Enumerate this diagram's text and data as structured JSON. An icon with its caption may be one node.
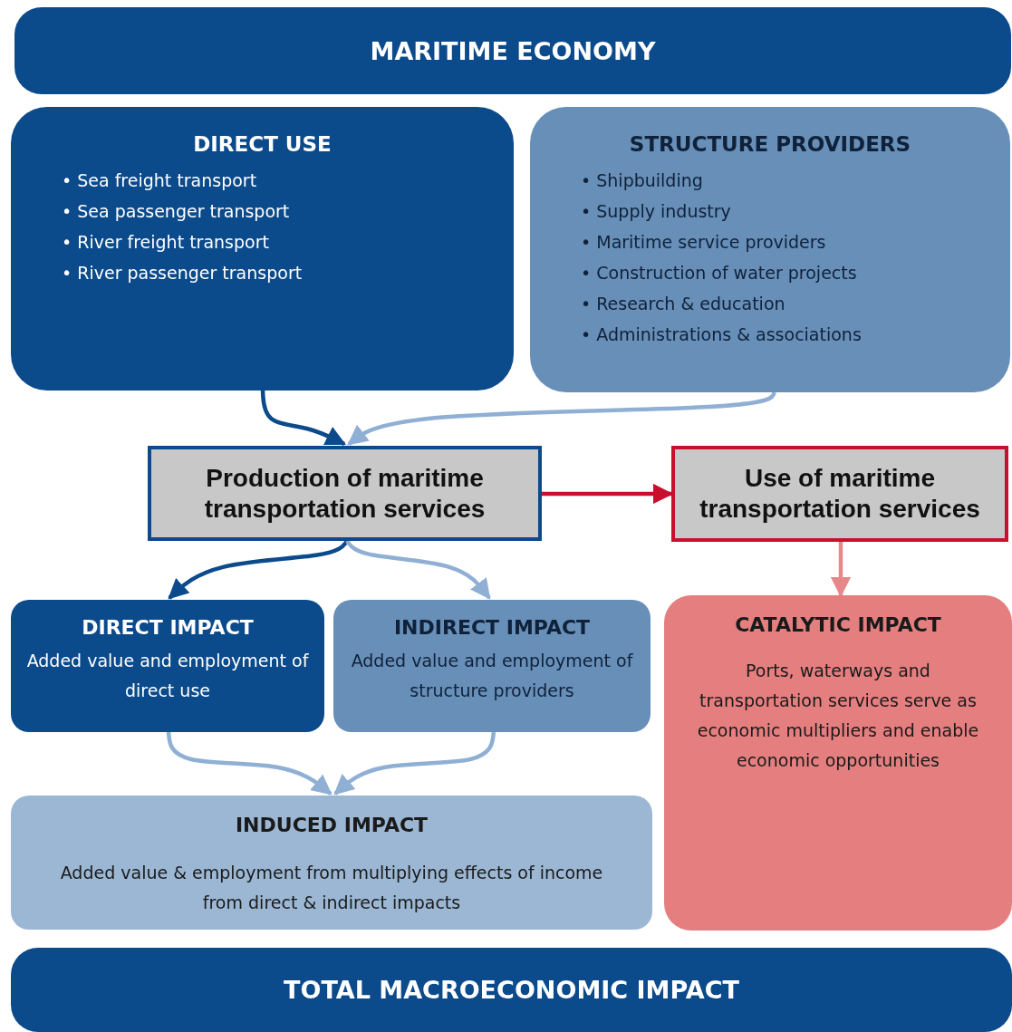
{
  "diagram": {
    "nodes": [
      {
        "text": [
          "MARITIME ECONOMY"
        ]
      },
      {
        "text": [
          "DIRECT USE",
          "• Sea freight transport",
          "• Sea passenger transport",
          "• River freight transport",
          "• River passenger transport"
        ]
      },
      {
        "text": [
          "STRUCTURE PROVIDERS",
          "• Shipbuilding",
          "• Supply industry",
          "• Maritime service providers",
          "• Construction of water projects",
          "• Research & education",
          "• Administrations & associations"
        ]
      },
      {
        "text": [
          "Production of maritime transportation services"
        ]
      },
      {
        "text": [
          "Use of maritime transportation services"
        ]
      },
      {
        "text": [
          "DIRECT IMPACT",
          "Added value and employment of direct use"
        ]
      },
      {
        "text": [
          "INDIRECT IMPACT",
          "Added value and employment of structure providers"
        ]
      },
      {
        "text": [
          "CATALYTIC IMPACT",
          "Ports, waterways and transportation services serve as economic multipliers and enable economic opportunities"
        ]
      },
      {
        "text": [
          "INDUCED IMPACT",
          "Added value & employment from multiplying effects of income from direct & indirect impacts"
        ]
      },
      {
        "text": [
          "TOTAL MACROECONOMIC IMPACT"
        ]
      }
    ],
    "edges": [
      {
        "from": 1,
        "to": 3,
        "arrow": "to",
        "color": "#0b4a8b"
      },
      {
        "from": 2,
        "to": 3,
        "arrow": "to"
      },
      {
        "from": 3,
        "to": 4,
        "arrow": "to",
        "color": "#c8102e"
      },
      {
        "from": 3,
        "to": 5,
        "arrow": "to",
        "color": "#0b4a8b"
      },
      {
        "from": 3,
        "to": 6,
        "arrow": "to"
      },
      {
        "from": 4,
        "to": 7,
        "arrow": "to",
        "color": "#e8878a"
      },
      {
        "from": 5,
        "to": 8,
        "arrow": "to"
      },
      {
        "from": 6,
        "to": 8,
        "arrow": "to"
      }
    ]
  }
}
